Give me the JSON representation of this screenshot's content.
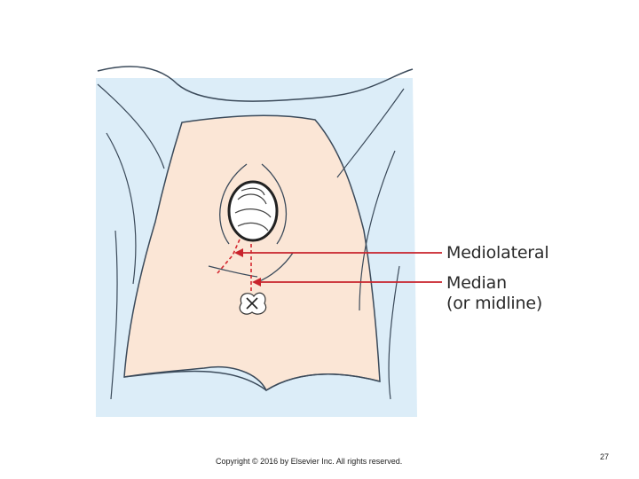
{
  "diagram": {
    "labels": {
      "mediolateral": "Mediolateral",
      "median": "Median",
      "midline": "(or midline)"
    },
    "colors": {
      "drape": "#dcedf8",
      "drape_stroke": "#3b4a5a",
      "skin": "#fbe6d6",
      "arrow": "#c8232c",
      "incision_line": "#d4272f"
    }
  },
  "footer": {
    "copyright": "Copyright © 2016 by Elsevier Inc. All rights reserved.",
    "page_number": "27"
  }
}
